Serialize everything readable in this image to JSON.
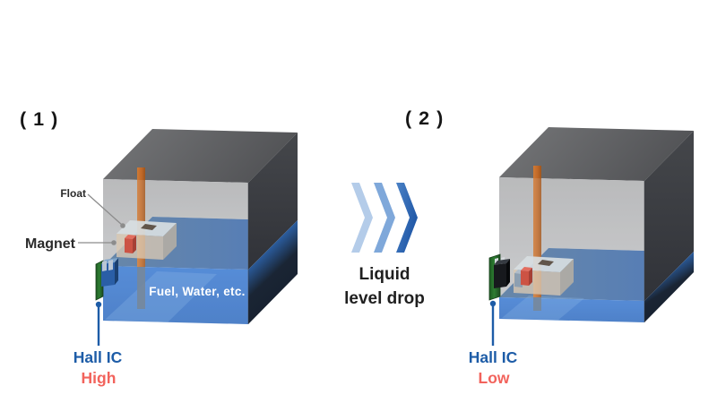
{
  "panel_1": {
    "index_label": "( 1 )",
    "float_label": "Float",
    "magnet_label": "Magnet",
    "liquid_label": "Fuel, Water, etc.",
    "sensor_label": "Hall IC",
    "state_label": "High"
  },
  "transition": {
    "arrow_icon": "triple-chevron-right",
    "line1": "Liquid",
    "line2": "level drop"
  },
  "panel_2": {
    "index_label": "( 2 )",
    "sensor_label": "Hall IC",
    "state_label": "Low"
  },
  "colors": {
    "index_text": "#161616",
    "label_text": "#2b2b2b",
    "liquid_text": "#ffffff",
    "sensor_text": "#1d5ca7",
    "state_text": "#f2635c",
    "transition_text": "#1f1f1f",
    "chevron_1": "#b4cce9",
    "chevron_2": "#7fa8da",
    "chevron_3": "#2c64b1",
    "liquid_blue": "#3e7ed6",
    "pcb_green": "#2e7d32",
    "magnet_red": "#c83a28",
    "rod_orange": "#c06828"
  }
}
